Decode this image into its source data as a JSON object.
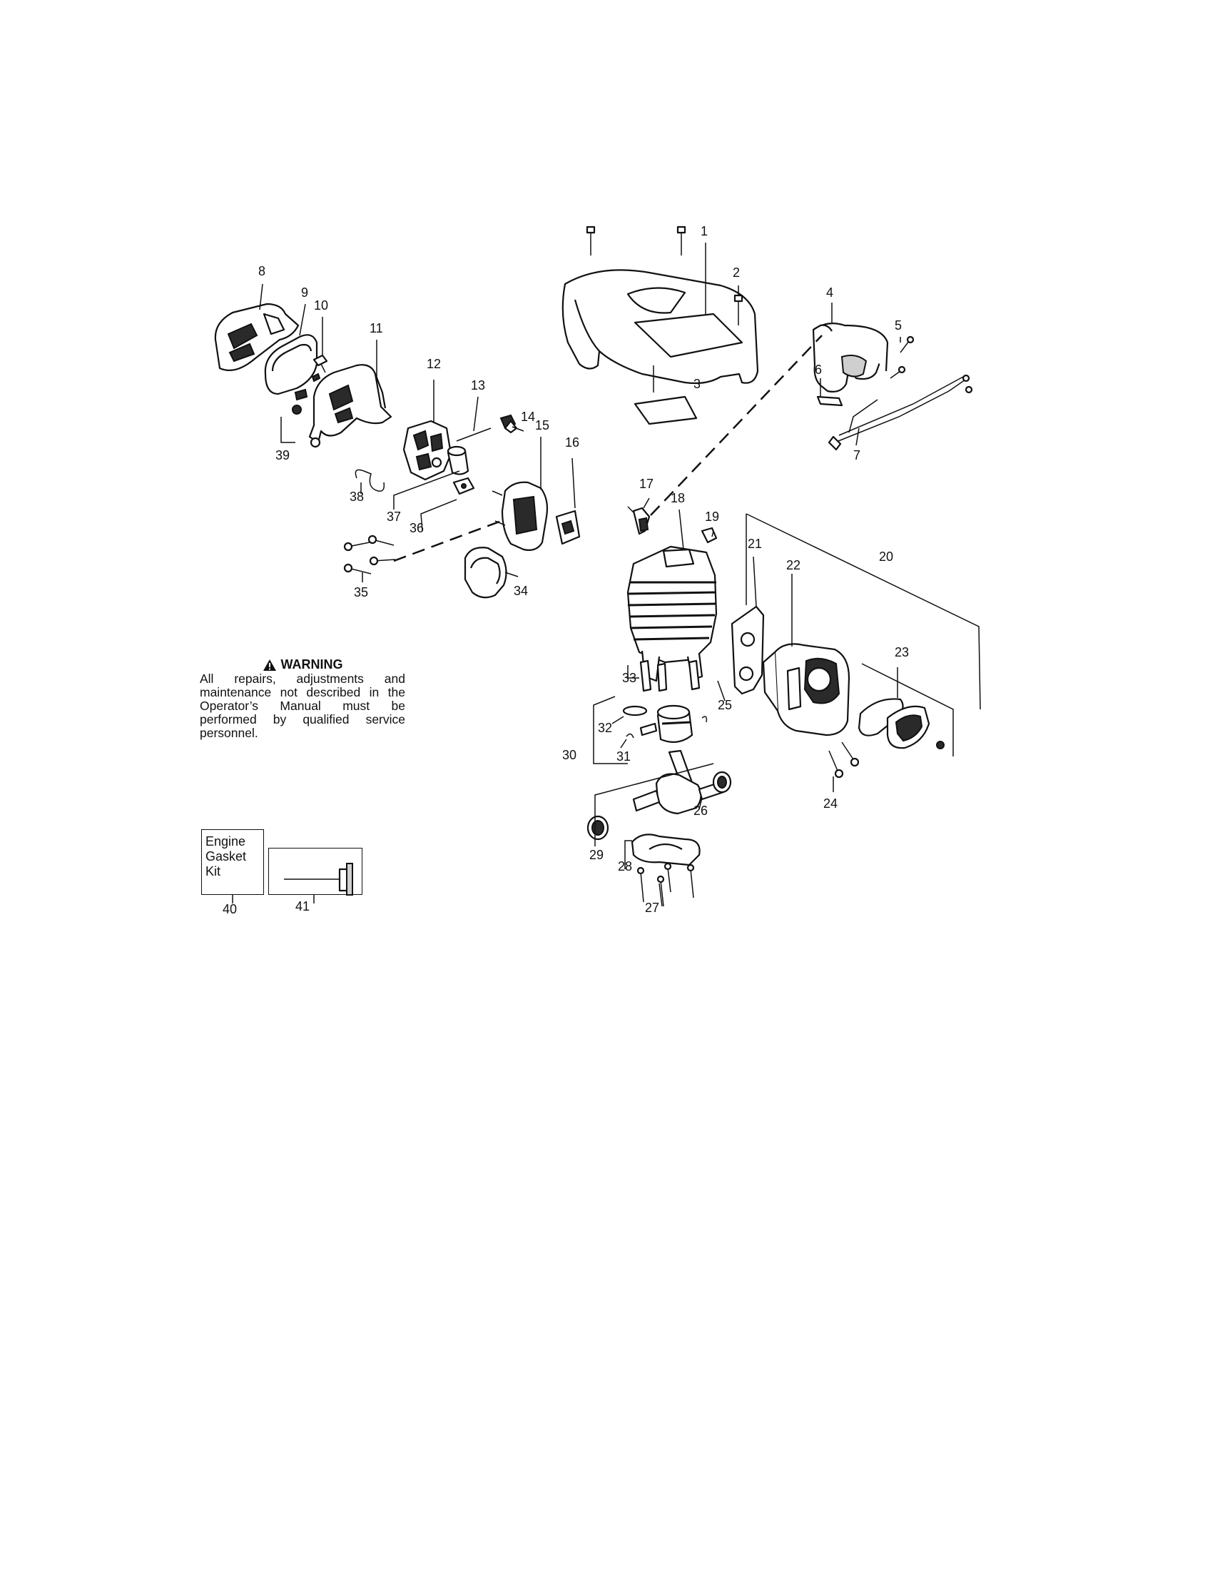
{
  "callouts": [
    "1",
    "2",
    "3",
    "4",
    "5",
    "6",
    "7",
    "8",
    "9",
    "10",
    "11",
    "12",
    "13",
    "14",
    "15",
    "16",
    "17",
    "18",
    "19",
    "20",
    "21",
    "22",
    "23",
    "24",
    "25",
    "26",
    "27",
    "28",
    "29",
    "30",
    "31",
    "32",
    "33",
    "34",
    "35",
    "36",
    "37",
    "38",
    "39",
    "40",
    "41"
  ],
  "warning": {
    "title": "WARNING",
    "text": "All repairs, adjustments and maintenance not described in the Operator’s Manual must be performed by qualified service personnel."
  },
  "kit": {
    "line1": "Engine",
    "line2": "Gasket",
    "line3": "Kit"
  }
}
